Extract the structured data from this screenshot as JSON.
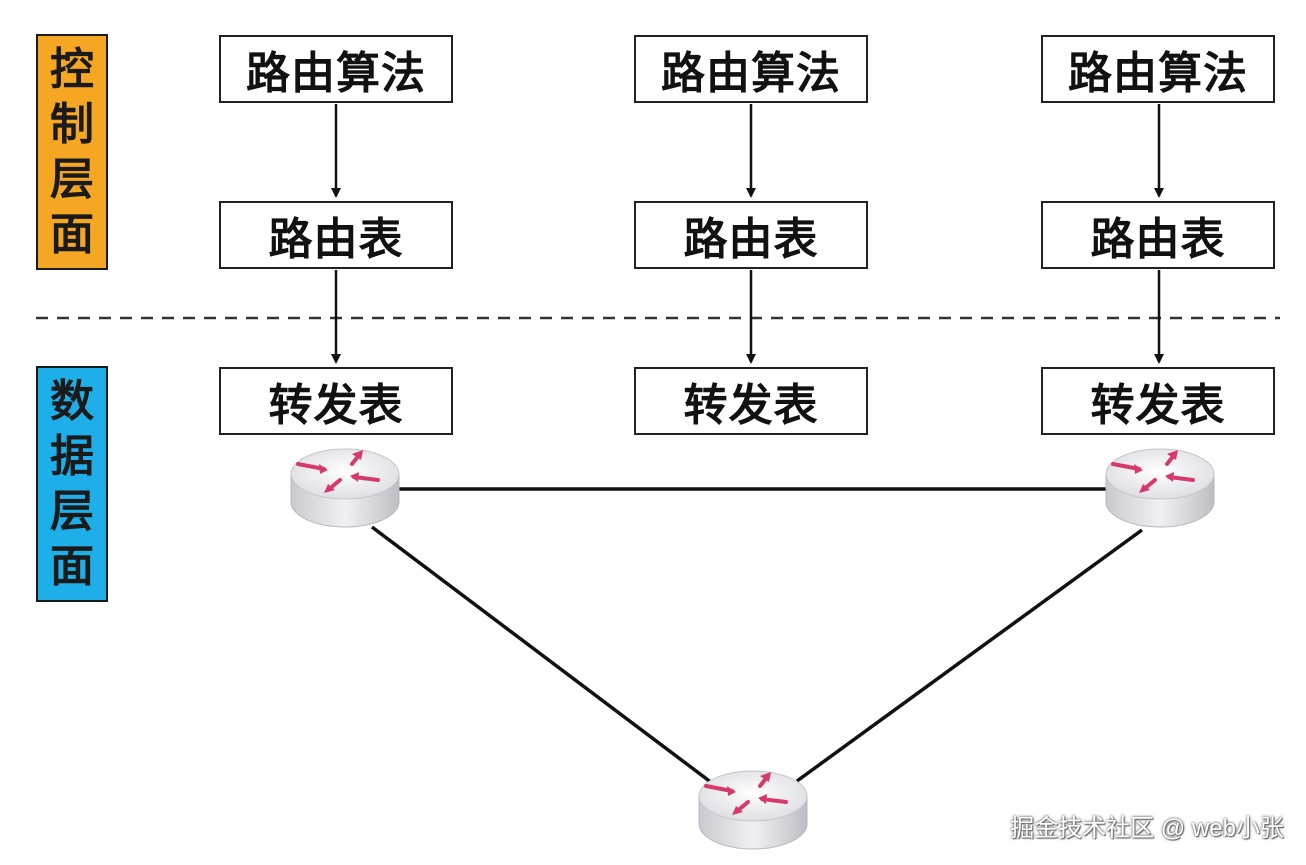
{
  "control_layer": {
    "chars": [
      "控",
      "制",
      "层",
      "面"
    ],
    "color": "#f5a623"
  },
  "data_layer": {
    "chars": [
      "数",
      "据",
      "层",
      "面"
    ],
    "color": "#1eaee8"
  },
  "columns": [
    {
      "algorithm": "路由算法",
      "routing_table": "路由表",
      "forwarding_table": "转发表"
    },
    {
      "algorithm": "路由算法",
      "routing_table": "路由表",
      "forwarding_table": "转发表"
    },
    {
      "algorithm": "路由算法",
      "routing_table": "路由表",
      "forwarding_table": "转发表"
    }
  ],
  "routers": [
    "router-left",
    "router-right",
    "router-bottom"
  ],
  "arrow_color": "#d63a6b",
  "watermark": "掘金技术社区 @ web小张"
}
